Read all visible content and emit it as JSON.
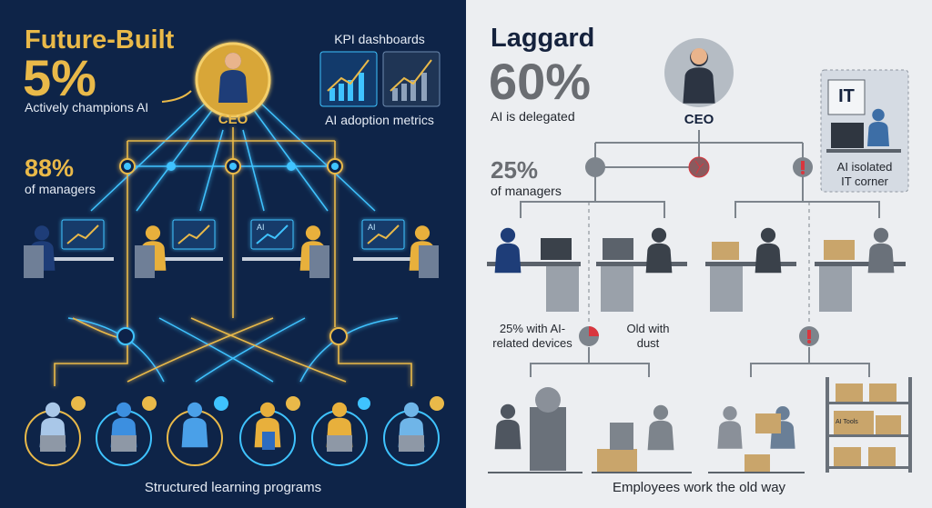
{
  "left": {
    "title": "Future-Built",
    "percent": "5%",
    "percent_caption": "Actively champions AI",
    "ceo_label": "CEO",
    "kpi_title": "KPI dashboards",
    "kpi_caption": "AI adoption metrics",
    "managers_percent": "88%",
    "managers_caption": "of managers",
    "monitor_ai_label": "AI",
    "footer": "Structured learning programs",
    "colors": {
      "background": "#0e2448",
      "accent": "#e9b949",
      "glow": "#3fc3ff"
    }
  },
  "right": {
    "title": "Laggard",
    "percent": "60%",
    "percent_caption": "AI is delegated",
    "ceo_label": "CEO",
    "it_sign": "IT",
    "it_caption_1": "AI isolated",
    "it_caption_2": "IT corner",
    "managers_percent": "25%",
    "managers_caption": "of managers",
    "devices_caption_1": "25% with AI-",
    "devices_caption_2": "related devices",
    "dust_caption_1": "Old with",
    "dust_caption_2": "dust",
    "shelf_box_label": "AI Tools",
    "footer": "Employees work the old way",
    "colors": {
      "background": "#eceef1",
      "title": "#15223d",
      "alert": "#d9363e"
    }
  }
}
